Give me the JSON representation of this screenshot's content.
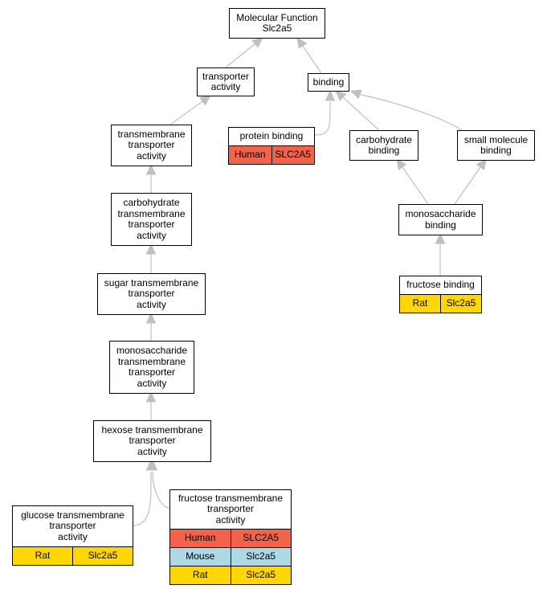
{
  "colors": {
    "Human": "#f26449",
    "Mouse": "#add8e6",
    "Rat": "#ffd700",
    "edge": "#c0c0c0"
  },
  "nodes": [
    {
      "id": "mf",
      "label": "Molecular Function\nSlc2a5"
    },
    {
      "id": "transporter",
      "label": "transporter\nactivity"
    },
    {
      "id": "binding",
      "label": "binding"
    },
    {
      "id": "tm_transporter",
      "label": "transmembrane\ntransporter\nactivity"
    },
    {
      "id": "protein_binding",
      "label": "protein binding",
      "annotations": [
        {
          "species": "Human",
          "gene": "SLC2A5"
        }
      ]
    },
    {
      "id": "carb_binding",
      "label": "carbohydrate\nbinding"
    },
    {
      "id": "small_mol",
      "label": "small molecule\nbinding"
    },
    {
      "id": "carb_tm",
      "label": "carbohydrate\ntransmembrane\ntransporter\nactivity"
    },
    {
      "id": "mono_binding",
      "label": "monosaccharide\nbinding"
    },
    {
      "id": "sugar_tm",
      "label": "sugar transmembrane\ntransporter\nactivity"
    },
    {
      "id": "fructose_binding",
      "label": "fructose binding",
      "annotations": [
        {
          "species": "Rat",
          "gene": "Slc2a5"
        }
      ]
    },
    {
      "id": "mono_tm",
      "label": "monosaccharide\ntransmembrane\ntransporter\nactivity"
    },
    {
      "id": "hexose_tm",
      "label": "hexose transmembrane\ntransporter\nactivity"
    },
    {
      "id": "glucose_tm",
      "label": "glucose transmembrane\ntransporter\nactivity",
      "annotations": [
        {
          "species": "Rat",
          "gene": "Slc2a5"
        }
      ]
    },
    {
      "id": "fructose_tm",
      "label": "fructose transmembrane\ntransporter\nactivity",
      "annotations": [
        {
          "species": "Human",
          "gene": "SLC2A5"
        },
        {
          "species": "Mouse",
          "gene": "Slc2a5"
        },
        {
          "species": "Rat",
          "gene": "Slc2a5"
        }
      ]
    }
  ],
  "edges": [
    [
      "transporter",
      "mf"
    ],
    [
      "binding",
      "mf"
    ],
    [
      "tm_transporter",
      "transporter"
    ],
    [
      "protein_binding",
      "binding"
    ],
    [
      "carb_binding",
      "binding"
    ],
    [
      "small_mol",
      "binding"
    ],
    [
      "carb_tm",
      "tm_transporter"
    ],
    [
      "mono_binding",
      "carb_binding"
    ],
    [
      "mono_binding",
      "small_mol"
    ],
    [
      "sugar_tm",
      "carb_tm"
    ],
    [
      "fructose_binding",
      "mono_binding"
    ],
    [
      "mono_tm",
      "sugar_tm"
    ],
    [
      "hexose_tm",
      "mono_tm"
    ],
    [
      "glucose_tm",
      "hexose_tm"
    ],
    [
      "fructose_tm",
      "hexose_tm"
    ]
  ]
}
